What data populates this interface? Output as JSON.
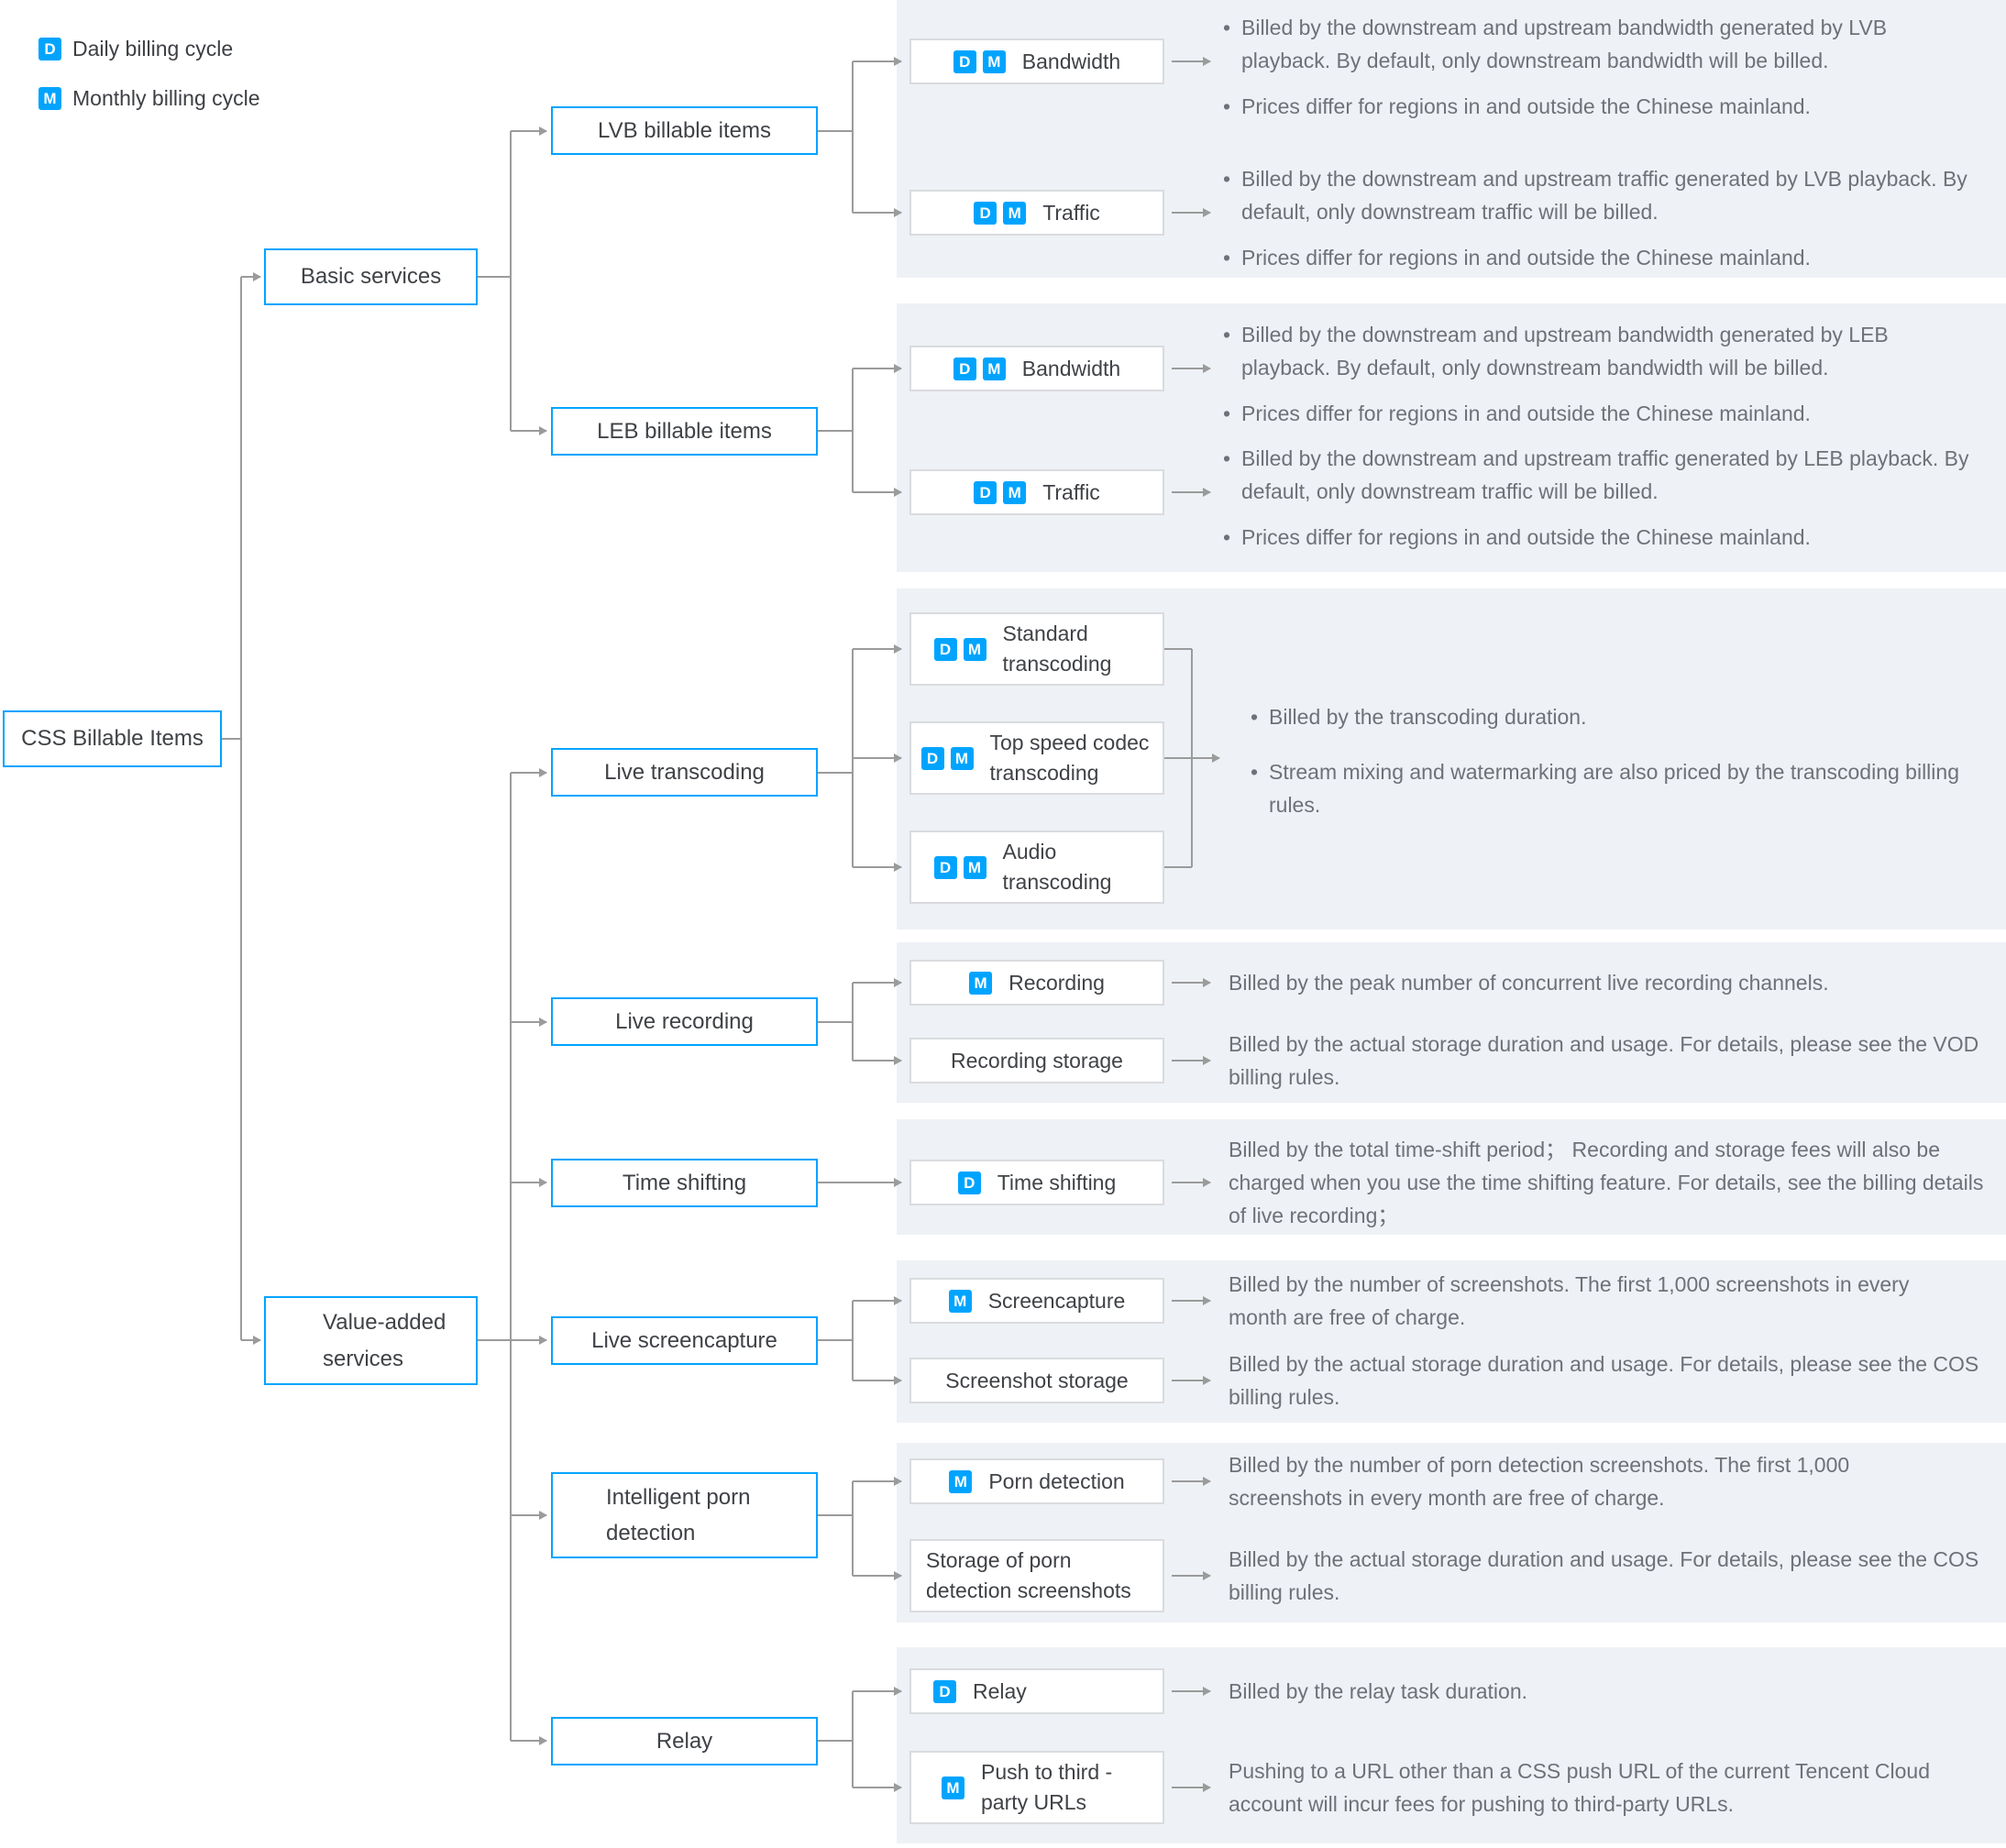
{
  "legend": {
    "daily": {
      "badge": "D",
      "label": "Daily billing cycle"
    },
    "monthly": {
      "badge": "M",
      "label": "Monthly billing cycle"
    }
  },
  "root": {
    "label": "CSS Billable Items"
  },
  "branches": {
    "basic": {
      "label": "Basic services"
    },
    "value_added": {
      "label": "Value-added services"
    }
  },
  "nodes": {
    "lvb": {
      "label": "LVB billable items"
    },
    "leb": {
      "label": "LEB billable items"
    },
    "transcoding": {
      "label": "Live transcoding"
    },
    "recording": {
      "label": "Live recording"
    },
    "timeshift": {
      "label": "Time shifting"
    },
    "screencapture": {
      "label": "Live screencapture"
    },
    "porn": {
      "label": "Intelligent porn detection"
    },
    "relay": {
      "label": "Relay"
    }
  },
  "items": {
    "lvb_bandwidth": {
      "badges": [
        "D",
        "M"
      ],
      "label": "Bandwidth"
    },
    "lvb_traffic": {
      "badges": [
        "D",
        "M"
      ],
      "label": "Traffic"
    },
    "leb_bandwidth": {
      "badges": [
        "D",
        "M"
      ],
      "label": "Bandwidth"
    },
    "leb_traffic": {
      "badges": [
        "D",
        "M"
      ],
      "label": "Traffic"
    },
    "standard_transcoding": {
      "badges": [
        "D",
        "M"
      ],
      "label": "Standard transcoding"
    },
    "top_speed": {
      "badges": [
        "D",
        "M"
      ],
      "label": "Top speed codec transcoding"
    },
    "audio_transcoding": {
      "badges": [
        "D",
        "M"
      ],
      "label": "Audio transcoding"
    },
    "recording": {
      "badges": [
        "M"
      ],
      "label": "Recording"
    },
    "recording_storage": {
      "badges": [],
      "label": "Recording storage"
    },
    "timeshift": {
      "badges": [
        "D"
      ],
      "label": "Time shifting"
    },
    "screencapture": {
      "badges": [
        "M"
      ],
      "label": "Screencapture"
    },
    "screenshot_storage": {
      "badges": [],
      "label": "Screenshot storage"
    },
    "porn_detection": {
      "badges": [
        "M"
      ],
      "label": "Porn detection"
    },
    "porn_storage": {
      "badges": [],
      "label": "Storage of porn detection screenshots"
    },
    "relay": {
      "badges": [
        "D"
      ],
      "label": "Relay"
    },
    "push": {
      "badges": [
        "M"
      ],
      "label": "Push to third -party URLs"
    }
  },
  "descriptions": {
    "lvb_bandwidth": [
      "Billed by the downstream and upstream bandwidth generated by LVB playback. By default, only downstream bandwidth will be billed.",
      "Prices differ for regions in and outside the Chinese mainland."
    ],
    "lvb_traffic": [
      "Billed by the downstream and upstream traffic generated by LVB playback. By default, only downstream traffic will be billed.",
      "Prices differ for regions in and outside the Chinese mainland."
    ],
    "leb_bandwidth": [
      "Billed by the downstream and upstream bandwidth generated by LEB playback. By default, only downstream bandwidth will be billed.",
      "Prices differ for regions in and outside the Chinese mainland."
    ],
    "leb_traffic": [
      "Billed by the downstream and upstream traffic generated by LEB playback. By default, only downstream traffic will be billed.",
      "Prices differ for regions in and outside the Chinese mainland."
    ],
    "transcoding": [
      "Billed by the transcoding duration.",
      "Stream mixing and watermarking are also priced by the transcoding billing rules."
    ],
    "recording": "Billed by the peak number of concurrent live recording channels.",
    "recording_storage": "Billed by the actual storage duration and usage. For details, please see the VOD billing rules.",
    "timeshift": "Billed by the total time-shift period； Recording and storage fees will also be charged when you use the time shifting feature. For details, see the billing details of live recording；",
    "screencapture": "Billed by the number of screenshots. The first 1,000 screenshots in every month are free of charge.",
    "screenshot_storage": "Billed by the actual storage duration and usage. For details, please see the COS billing rules.",
    "porn_detection": "Billed by the number of porn detection screenshots. The first 1,000 screenshots in every month are free of charge.",
    "porn_storage": "Billed by the actual storage duration and usage. For details, please see the COS billing rules.",
    "relay": "Billed by the relay task duration.",
    "push": "Pushing to a URL other than a CSS push URL of the current Tencent Cloud account will incur fees for pushing to third-party URLs."
  },
  "colors": {
    "accent_blue": "#00a4ff",
    "panel_gray": "#eef1f5",
    "line_gray": "#9b9b9b",
    "item_border": "#d9dbde",
    "label_text": "#3f4246",
    "desc_text": "#6e7278"
  }
}
